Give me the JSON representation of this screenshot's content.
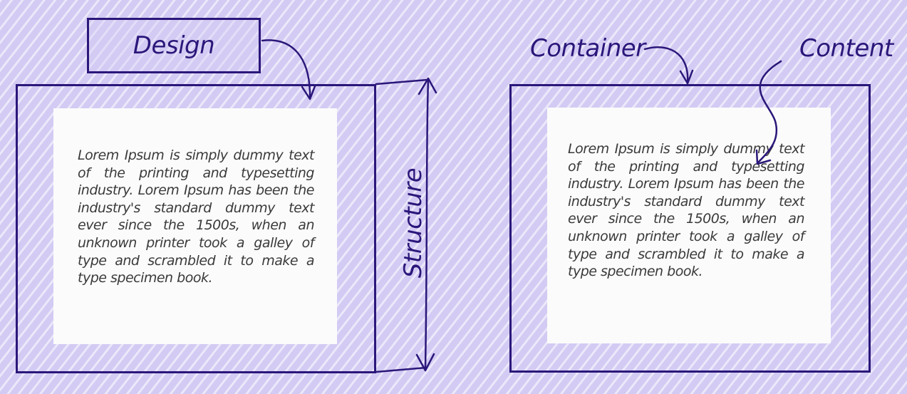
{
  "labels": {
    "design": "Design",
    "structure": "Structure",
    "container": "Container",
    "content": "Content"
  },
  "left_panel": {
    "text": "Lorem Ipsum is simply dummy text of the printing and typesetting industry. Lorem Ipsum has been the industry's standard dummy text ever since the 1500s, when an unknown printer took a galley of type and scrambled it to make a type specimen book."
  },
  "right_panel": {
    "text": "Lorem Ipsum is simply dummy text of the printing and typesetting industry. Lorem Ipsum has been the industry's standard dummy text ever since the 1500s, when an unknown printer took a galley of type and scrambled it to make a type specimen book."
  },
  "colors": {
    "ink": "#2b177a",
    "background": "#d3cbf3",
    "panel": "#fbfbfb",
    "text": "#3a3a3a"
  }
}
